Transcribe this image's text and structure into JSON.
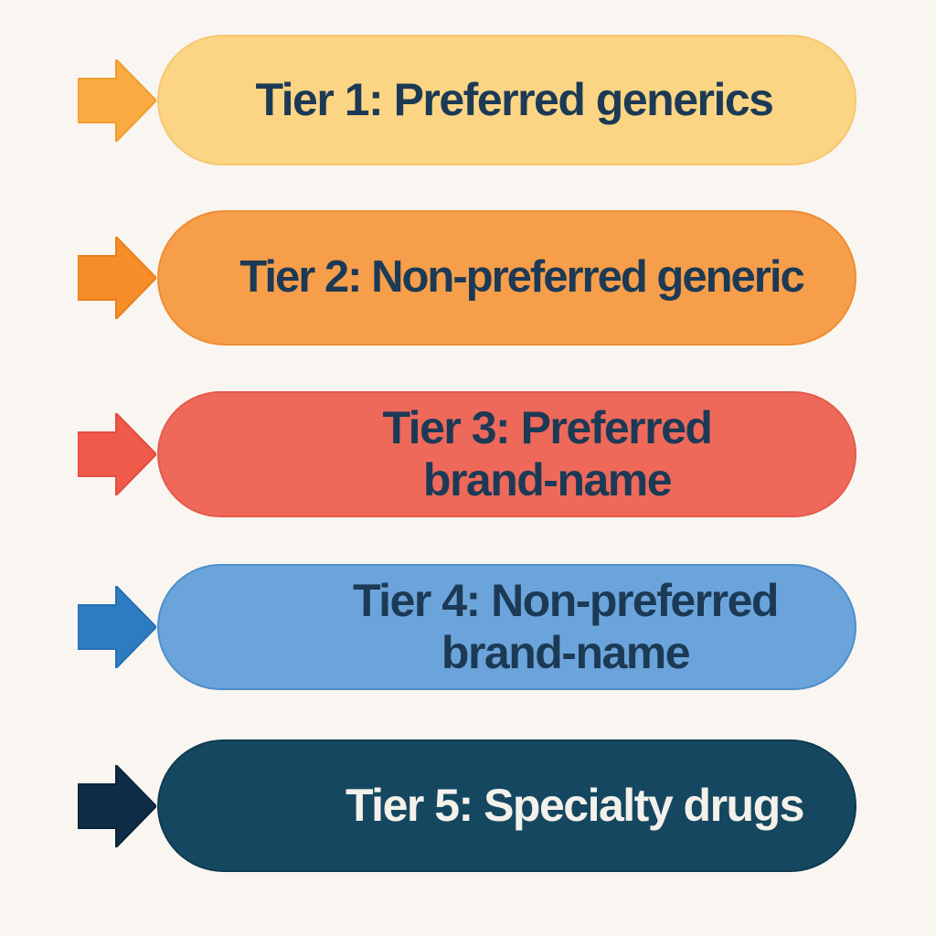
{
  "background_color": "#F9F5F0",
  "diagram": {
    "type": "tier-list",
    "tiers": [
      {
        "label": "Tier 1: Preferred generics",
        "fill": "#FCD584",
        "border_color": "#F6C76F",
        "arrow_color": "#F9AB41",
        "arrow_border_color": "#EF9D2F",
        "text_color": "#1C3A55"
      },
      {
        "label": "Tier 2: Non-preferred generic",
        "fill": "#F79E4A",
        "border_color": "#EE8C33",
        "arrow_color": "#F68D28",
        "arrow_border_color": "#E87F1A",
        "text_color": "#1C3A55"
      },
      {
        "label": "Tier 3: Preferred\nbrand-name",
        "fill": "#EE695A",
        "border_color": "#E55A4B",
        "arrow_color": "#EF5A4A",
        "arrow_border_color": "#E04E3E",
        "text_color": "#1C3A55"
      },
      {
        "label": "Tier 4: Non-preferred\nbrand-name",
        "fill": "#6BA4DA",
        "border_color": "#4D8FCB",
        "arrow_color": "#2E7BC0",
        "arrow_border_color": "#2670B5",
        "text_color": "#1C3A55"
      },
      {
        "label": "Tier 5: Specialty drugs",
        "fill": "#154860",
        "border_color": "#0F3A50",
        "arrow_color": "#0E2C45",
        "arrow_border_color": "#0A2338",
        "text_color": "#F4F1EB"
      }
    ]
  }
}
